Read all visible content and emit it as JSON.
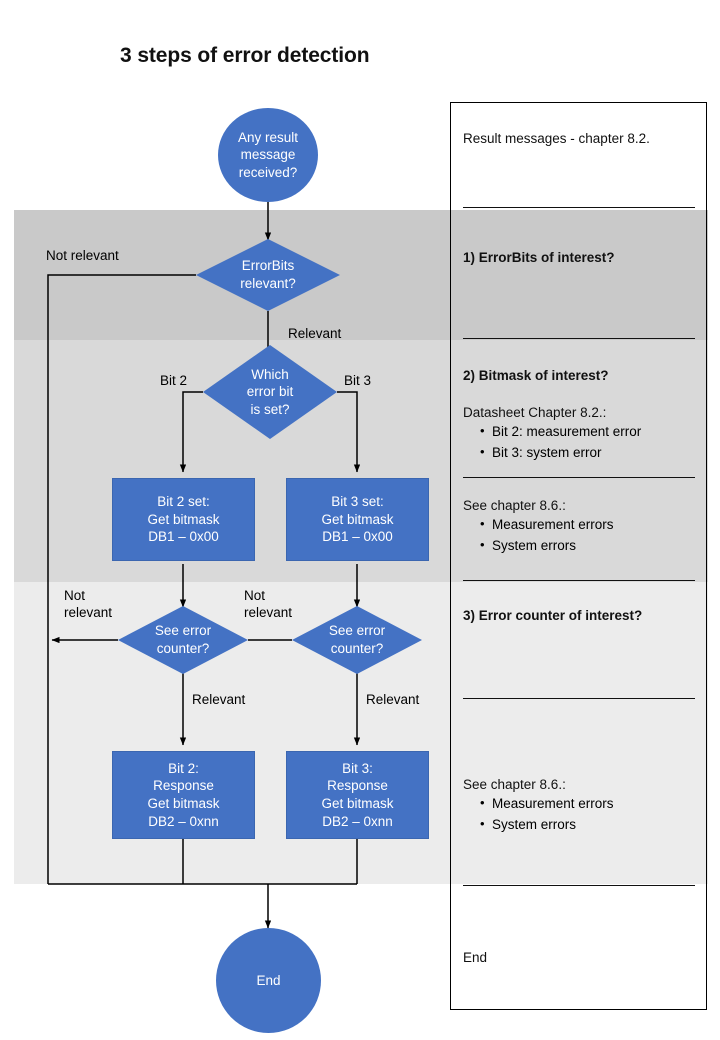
{
  "title": "3 steps of error detection",
  "colors": {
    "node_fill": "#4472C4",
    "node_text": "#FFFFFF",
    "band_1": "#C9C9C9",
    "band_2": "#D9D9D9",
    "band_3": "#ECECEC",
    "line": "#000000"
  },
  "flow": {
    "start": {
      "label": "Any result\nmessage\nreceived?",
      "shape": "circle"
    },
    "decision_errorbits": {
      "label": "ErrorBits\nrelevant?",
      "shape": "diamond"
    },
    "decision_which_bit": {
      "label": "Which\nerror bit\nis set?",
      "shape": "diamond"
    },
    "process_bit2_bitmask": {
      "label": "Bit 2 set:\nGet bitmask\nDB1 – 0x00",
      "shape": "rectangle"
    },
    "process_bit3_bitmask": {
      "label": "Bit 3 set:\nGet bitmask\nDB1 – 0x00",
      "shape": "rectangle"
    },
    "decision_counter_left": {
      "label": "See error\ncounter?",
      "shape": "diamond"
    },
    "decision_counter_right": {
      "label": "See error\ncounter?",
      "shape": "diamond"
    },
    "process_bit2_response": {
      "label": "Bit 2:\nResponse\nGet bitmask\nDB2 – 0xnn",
      "shape": "rectangle"
    },
    "process_bit3_response": {
      "label": "Bit 3:\nResponse\nGet bitmask\nDB2 – 0xnn",
      "shape": "rectangle"
    },
    "end": {
      "label": "End",
      "shape": "circle"
    }
  },
  "edge_labels": {
    "not_relevant_top": "Not relevant",
    "relevant_top": "Relevant",
    "bit2": "Bit 2",
    "bit3": "Bit 3",
    "not_relevant_left": "Not\nrelevant",
    "not_relevant_mid": "Not\nrelevant",
    "relevant_left": "Relevant",
    "relevant_right": "Relevant"
  },
  "panel": {
    "section_0": {
      "heading": "Result messages - chapter 8.2."
    },
    "section_1": {
      "heading": "1) ErrorBits of interest?"
    },
    "section_2": {
      "heading": "2) Bitmask of interest?",
      "block_a_label": "Datasheet Chapter 8.2.:",
      "block_a_items": [
        "Bit 2: measurement  error",
        "Bit 3: system error"
      ],
      "block_b_label": "See chapter 8.6.:",
      "block_b_items": [
        "Measurement  errors",
        "System errors"
      ]
    },
    "section_3": {
      "heading": "3) Error counter of interest?",
      "block_label": "See chapter 8.6.:",
      "block_items": [
        "Measurement  errors",
        "System errors"
      ]
    },
    "section_4": {
      "heading": "End"
    }
  }
}
